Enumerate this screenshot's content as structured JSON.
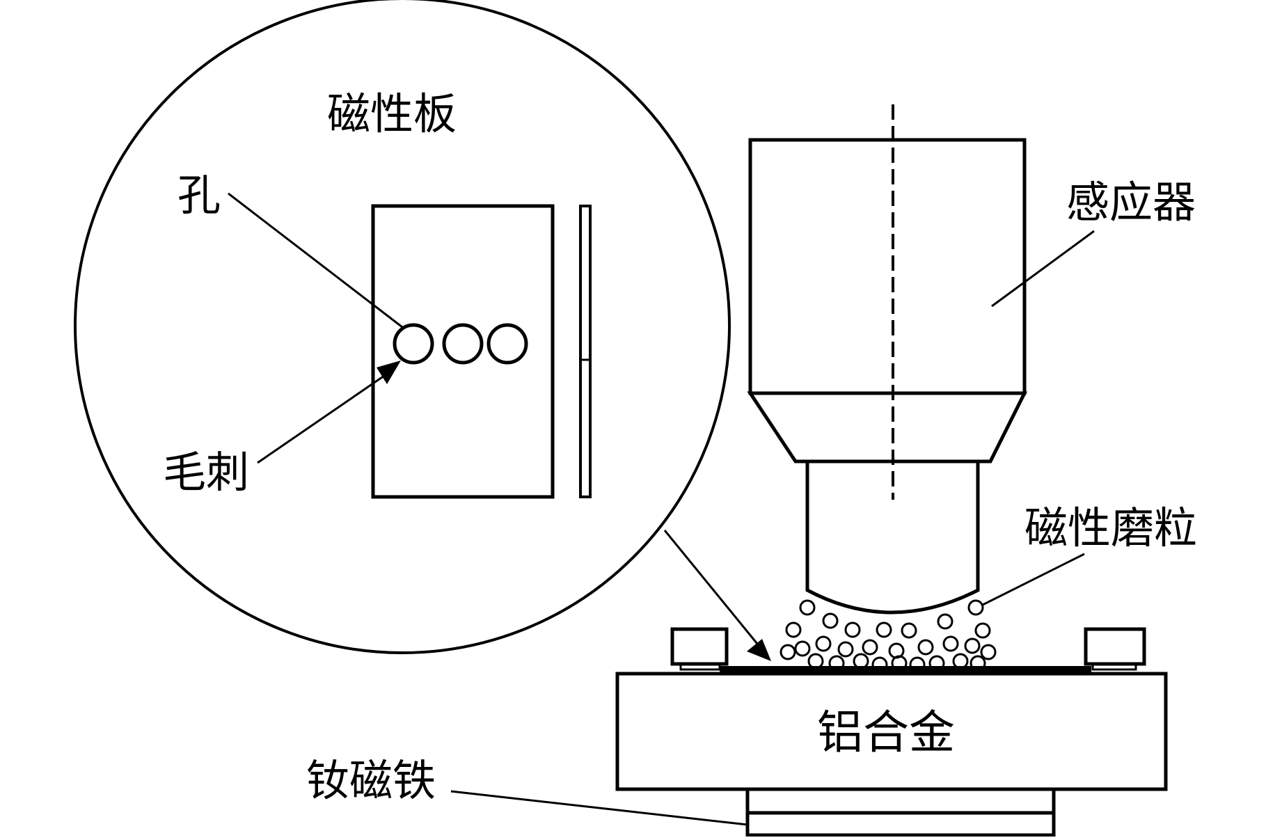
{
  "labels": {
    "magnetic_plate": "磁性板",
    "hole": "孔",
    "burr": "毛刺",
    "inductor": "感应器",
    "magnetic_abrasive": "磁性磨粒",
    "aluminum_alloy": "铝合金",
    "ndfeb_magnet": "钕磁铁"
  },
  "colors": {
    "line": "#000000",
    "background": "#ffffff"
  }
}
